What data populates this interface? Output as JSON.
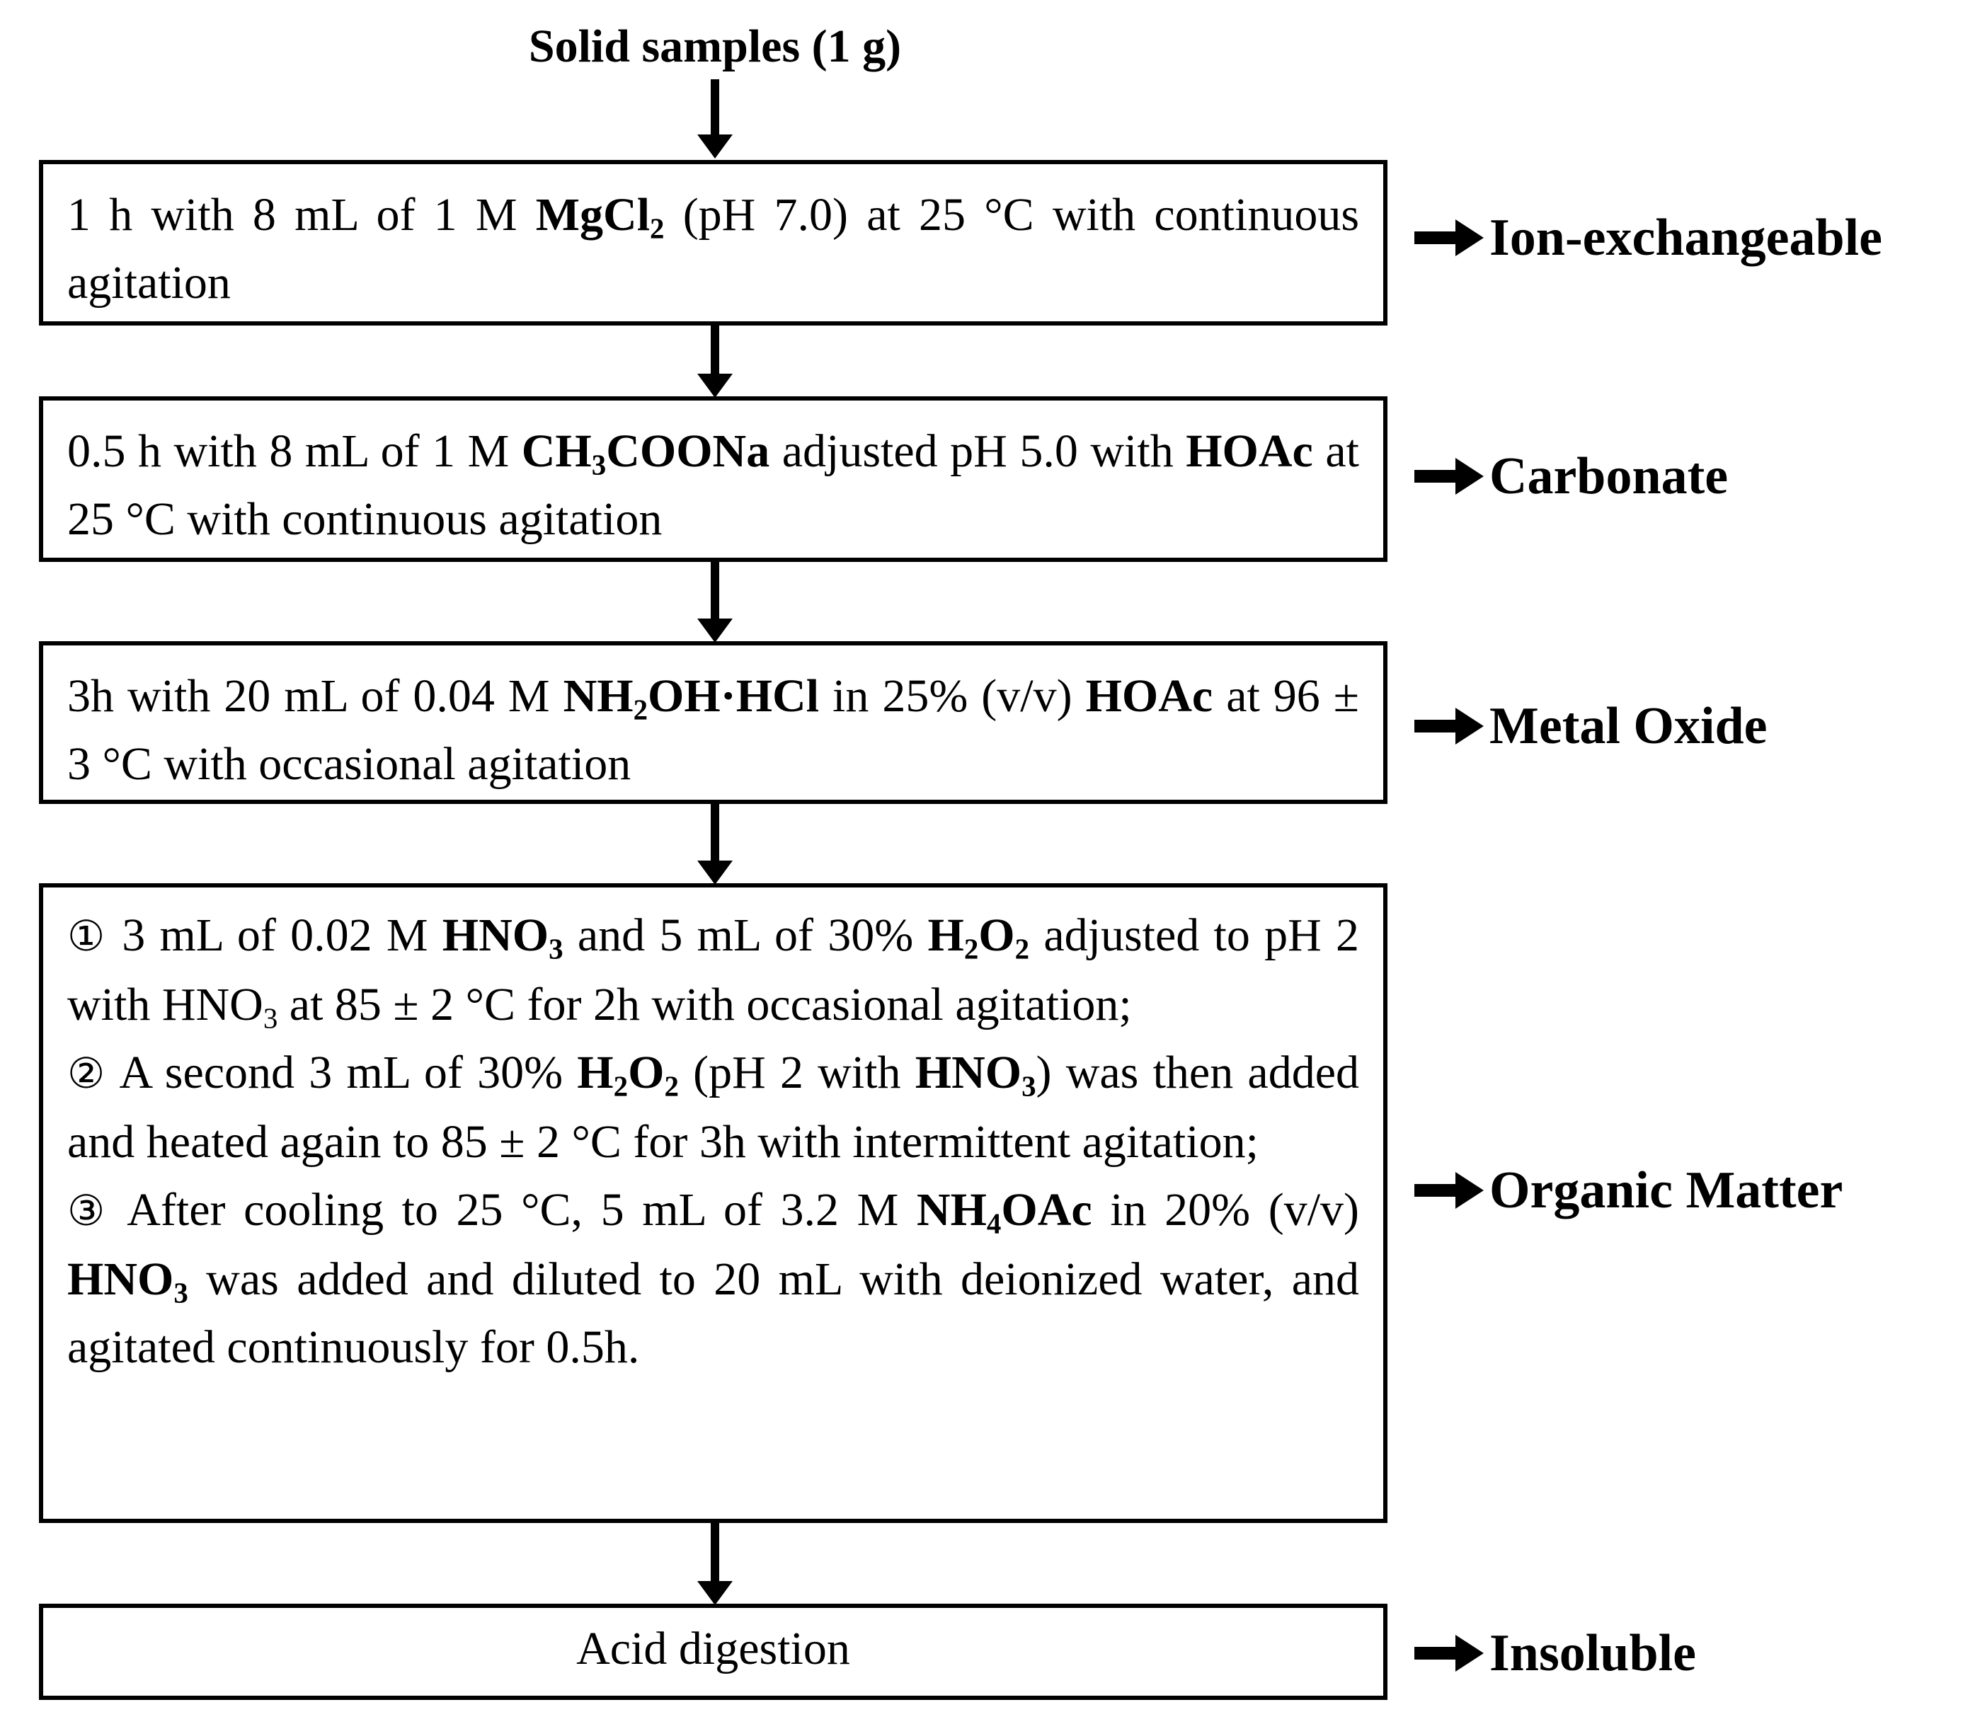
{
  "title": "Solid samples (1 g)",
  "steps": [
    {
      "segments": [
        {
          "t": "1 h with 8 mL of 1 M "
        },
        {
          "t": "MgCl",
          "b": true
        },
        {
          "t": "2",
          "b": true,
          "sub": true
        },
        {
          "t": " (pH 7.0) at 25 °C with continuous agitation"
        }
      ],
      "fraction": "Ion-exchangeable"
    },
    {
      "segments": [
        {
          "t": "0.5 h with 8 mL of 1 M "
        },
        {
          "t": "CH",
          "b": true
        },
        {
          "t": "3",
          "b": true,
          "sub": true
        },
        {
          "t": "COONa",
          "b": true
        },
        {
          "t": " adjusted pH 5.0 with "
        },
        {
          "t": "HOAc",
          "b": true
        },
        {
          "t": " at 25 °C with continuous agitation"
        }
      ],
      "fraction": "Carbonate"
    },
    {
      "segments": [
        {
          "t": "3h with 20 mL of 0.04 M "
        },
        {
          "t": "NH",
          "b": true
        },
        {
          "t": "2",
          "b": true,
          "sub": true
        },
        {
          "t": "OH·HCl",
          "b": true
        },
        {
          "t": " in 25% (v/v) "
        },
        {
          "t": "HOAc",
          "b": true
        },
        {
          "t": " at 96 ± 3 °C with occasional agitation"
        }
      ],
      "fraction": "Metal Oxide"
    },
    {
      "paragraphs": [
        [
          {
            "t": "①",
            "circ": true
          },
          {
            "t": " 3 mL of 0.02 M "
          },
          {
            "t": "HNO",
            "b": true
          },
          {
            "t": "3",
            "b": true,
            "sub": true
          },
          {
            "t": " and 5 mL of 30% "
          },
          {
            "t": "H",
            "b": true
          },
          {
            "t": "2",
            "b": true,
            "sub": true
          },
          {
            "t": "O",
            "b": true
          },
          {
            "t": "2",
            "b": true,
            "sub": true
          },
          {
            "t": " adjusted to pH 2 with HNO"
          },
          {
            "t": "3",
            "sub": true
          },
          {
            "t": " at 85 ± 2 °C for 2h with occasional agitation;"
          }
        ],
        [
          {
            "t": "②",
            "circ": true
          },
          {
            "t": " A second 3 mL of 30% "
          },
          {
            "t": "H",
            "b": true
          },
          {
            "t": "2",
            "b": true,
            "sub": true
          },
          {
            "t": "O",
            "b": true
          },
          {
            "t": "2",
            "b": true,
            "sub": true
          },
          {
            "t": " (pH 2 with "
          },
          {
            "t": "HNO",
            "b": true
          },
          {
            "t": "3",
            "b": true,
            "sub": true
          },
          {
            "t": ") was then added and heated again to 85 ± 2 °C for 3h with intermittent agitation;"
          }
        ],
        [
          {
            "t": "③",
            "circ": true
          },
          {
            "t": " After cooling to 25 °C, 5 mL of 3.2 M "
          },
          {
            "t": "NH",
            "b": true
          },
          {
            "t": "4",
            "b": true,
            "sub": true
          },
          {
            "t": "OAc",
            "b": true
          },
          {
            "t": " in 20% (v/v) "
          },
          {
            "t": "HNO",
            "b": true
          },
          {
            "t": "3",
            "b": true,
            "sub": true
          },
          {
            "t": " was added and diluted to 20 mL with deionized water, and agitated continuously for 0.5h."
          }
        ]
      ],
      "fraction": "Organic Matter"
    },
    {
      "segments": [
        {
          "t": "Acid digestion"
        }
      ],
      "fraction": "Insoluble"
    }
  ]
}
